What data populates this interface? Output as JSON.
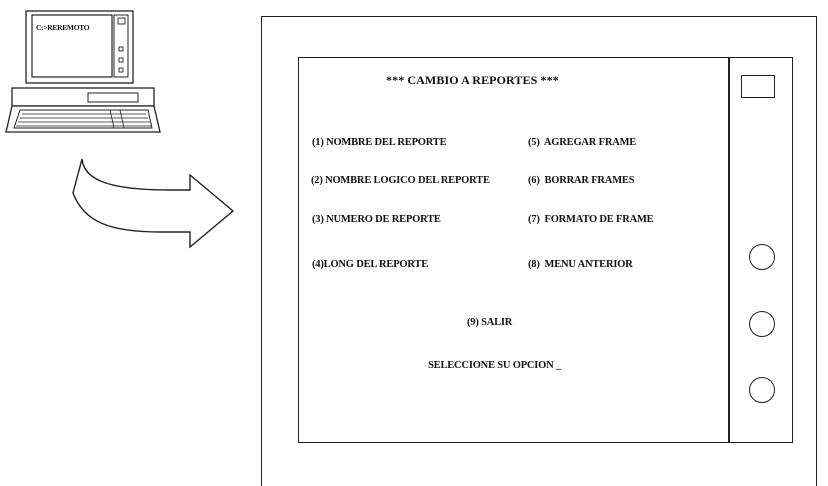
{
  "computer": {
    "screen_text": "C:>REREMOTO"
  },
  "monitor": {
    "title": "*** CAMBIO A REPORTES ***",
    "menu_items": [
      "(1) NOMBRE DEL REPORTE",
      "(2) NOMBRE LOGICO DEL REPORTE",
      "(3) NUMERO DE REPORTE",
      "(4)LONG DEL REPORTE",
      "(5)  AGREGAR FRAME",
      "(6)  BORRAR FRAMES",
      "(7)  FORMATO DE FRAME",
      "(8)  MENU ANTERIOR"
    ],
    "exit_option": "(9) SALIR",
    "prompt": "SELECCIONE SU OPCION _"
  }
}
